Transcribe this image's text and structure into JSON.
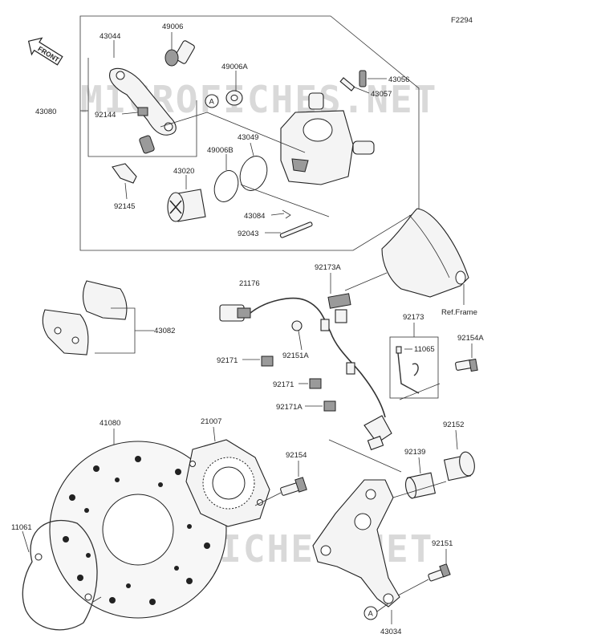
{
  "figure_code": "F2294",
  "front_label": "FRONT",
  "ref_frame": "Ref.Frame",
  "watermark": "MICROFICHES.NET",
  "circle_marker": "A",
  "labels": {
    "p43044": "43044",
    "p49006": "49006",
    "p49006a": "49006A",
    "p43056": "43056",
    "p43057": "43057",
    "p43080": "43080",
    "p92144": "92144",
    "p43049": "43049",
    "p49006b": "49006B",
    "p43020": "43020",
    "p92145": "92145",
    "p43084": "43084",
    "p92043": "92043",
    "p92173a": "92173A",
    "p21176": "21176",
    "p43082": "43082",
    "p92173": "92173",
    "p92154a": "92154A",
    "p11065": "11065",
    "p92171": "92171",
    "p92151a": "92151A",
    "p92171b": "92171",
    "p92171a": "92171A",
    "p41080": "41080",
    "p21007": "21007",
    "p92154": "92154",
    "p92139": "92139",
    "p92152": "92152",
    "p11061": "11061",
    "p92151": "92151",
    "p43034": "43034"
  }
}
